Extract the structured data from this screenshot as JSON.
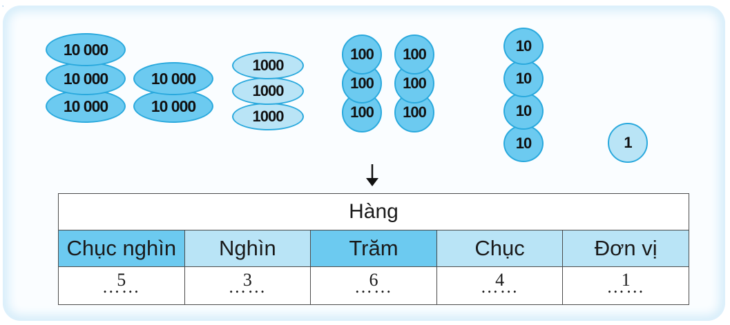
{
  "tokens": {
    "ten_thousands": "10 000",
    "thousands": "1000",
    "hundreds": "100",
    "tens": "10",
    "ones": "1"
  },
  "table": {
    "title": "Hàng",
    "columns": [
      {
        "label": "Chục nghìn",
        "value": "5",
        "color": "#6ccaf0"
      },
      {
        "label": "Nghìn",
        "value": "3",
        "color": "#b9e4f6"
      },
      {
        "label": "Trăm",
        "value": "6",
        "color": "#6ccaf0"
      },
      {
        "label": "Chục",
        "value": "4",
        "color": "#b9e4f6"
      },
      {
        "label": "Đơn vị",
        "value": "1",
        "color": "#b9e4f6"
      }
    ],
    "dots": "……"
  },
  "colors": {
    "token_dark": "#6ccaf0",
    "token_light": "#b9e4f6",
    "token_border": "#2aa9dd"
  }
}
